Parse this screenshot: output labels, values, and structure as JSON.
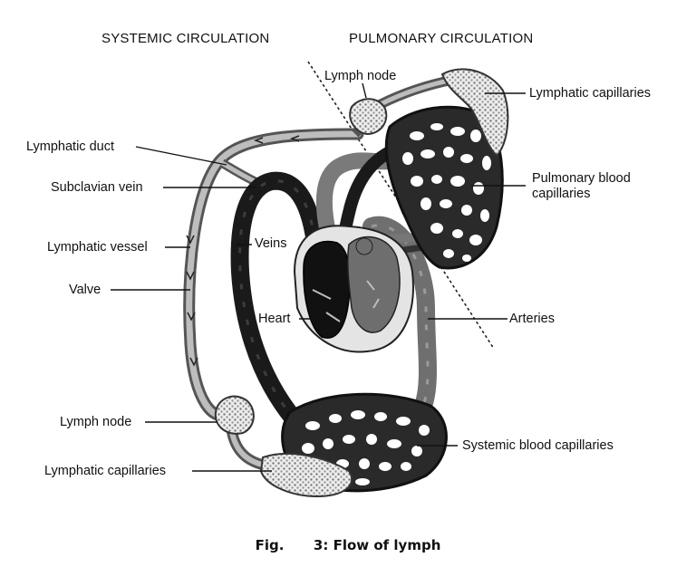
{
  "headers": {
    "systemic": "SYSTEMIC CIRCULATION",
    "pulmonary": "PULMONARY CIRCULATION"
  },
  "labels": {
    "lymph_node_top": "Lymph node",
    "lymphatic_capillaries_top": "Lymphatic capillaries",
    "lymphatic_duct": "Lymphatic duct",
    "subclavian_vein": "Subclavian vein",
    "pulmonary_blood_capillaries": "Pulmonary blood\ncapillaries",
    "lymphatic_vessel": "Lymphatic vessel",
    "veins": "Veins",
    "valve": "Valve",
    "heart": "Heart",
    "arteries": "Arteries",
    "lymph_node_bottom": "Lymph node",
    "systemic_blood_capillaries": "Systemic blood capillaries",
    "lymphatic_capillaries_bottom": "Lymphatic capillaries"
  },
  "caption": {
    "fig": "Fig.",
    "number_title": "3: Flow of lymph"
  }
}
